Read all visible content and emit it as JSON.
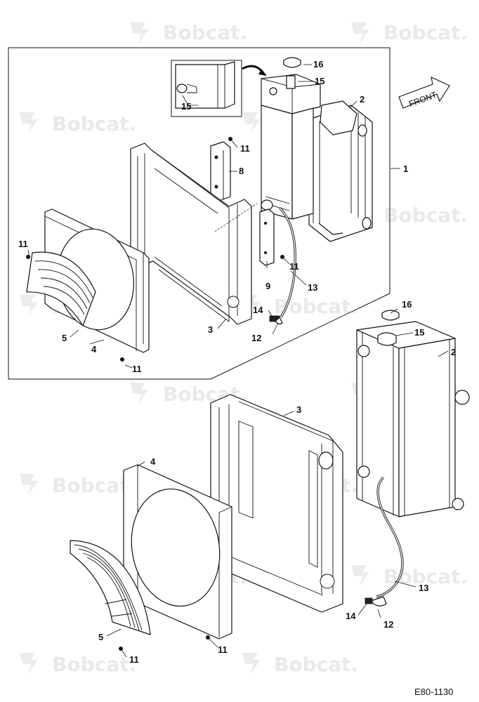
{
  "watermark": {
    "text": "Bobcat."
  },
  "diagram_code": "E80-1130",
  "front_arrow": {
    "label": "FRONT"
  },
  "callouts": {
    "c1": "1",
    "c2_top": "2",
    "c2_bottom": "2",
    "c3_top": "3",
    "c3_bottom": "3",
    "c4_top": "4",
    "c4_bottom": "4",
    "c5_top": "5",
    "c5_bottom": "5",
    "c8": "8",
    "c9": "9",
    "c11_a": "11",
    "c11_b": "11",
    "c11_c": "11",
    "c11_d": "11",
    "c11_e": "11",
    "c11_f": "11",
    "c12_top": "12",
    "c12_bottom": "12",
    "c13_top": "13",
    "c13_bottom": "13",
    "c14_top": "14",
    "c14_bottom": "14",
    "c15_inset": "15",
    "c15_top": "15",
    "c15_bottom": "15",
    "c16_top": "16",
    "c16_bottom": "16"
  }
}
